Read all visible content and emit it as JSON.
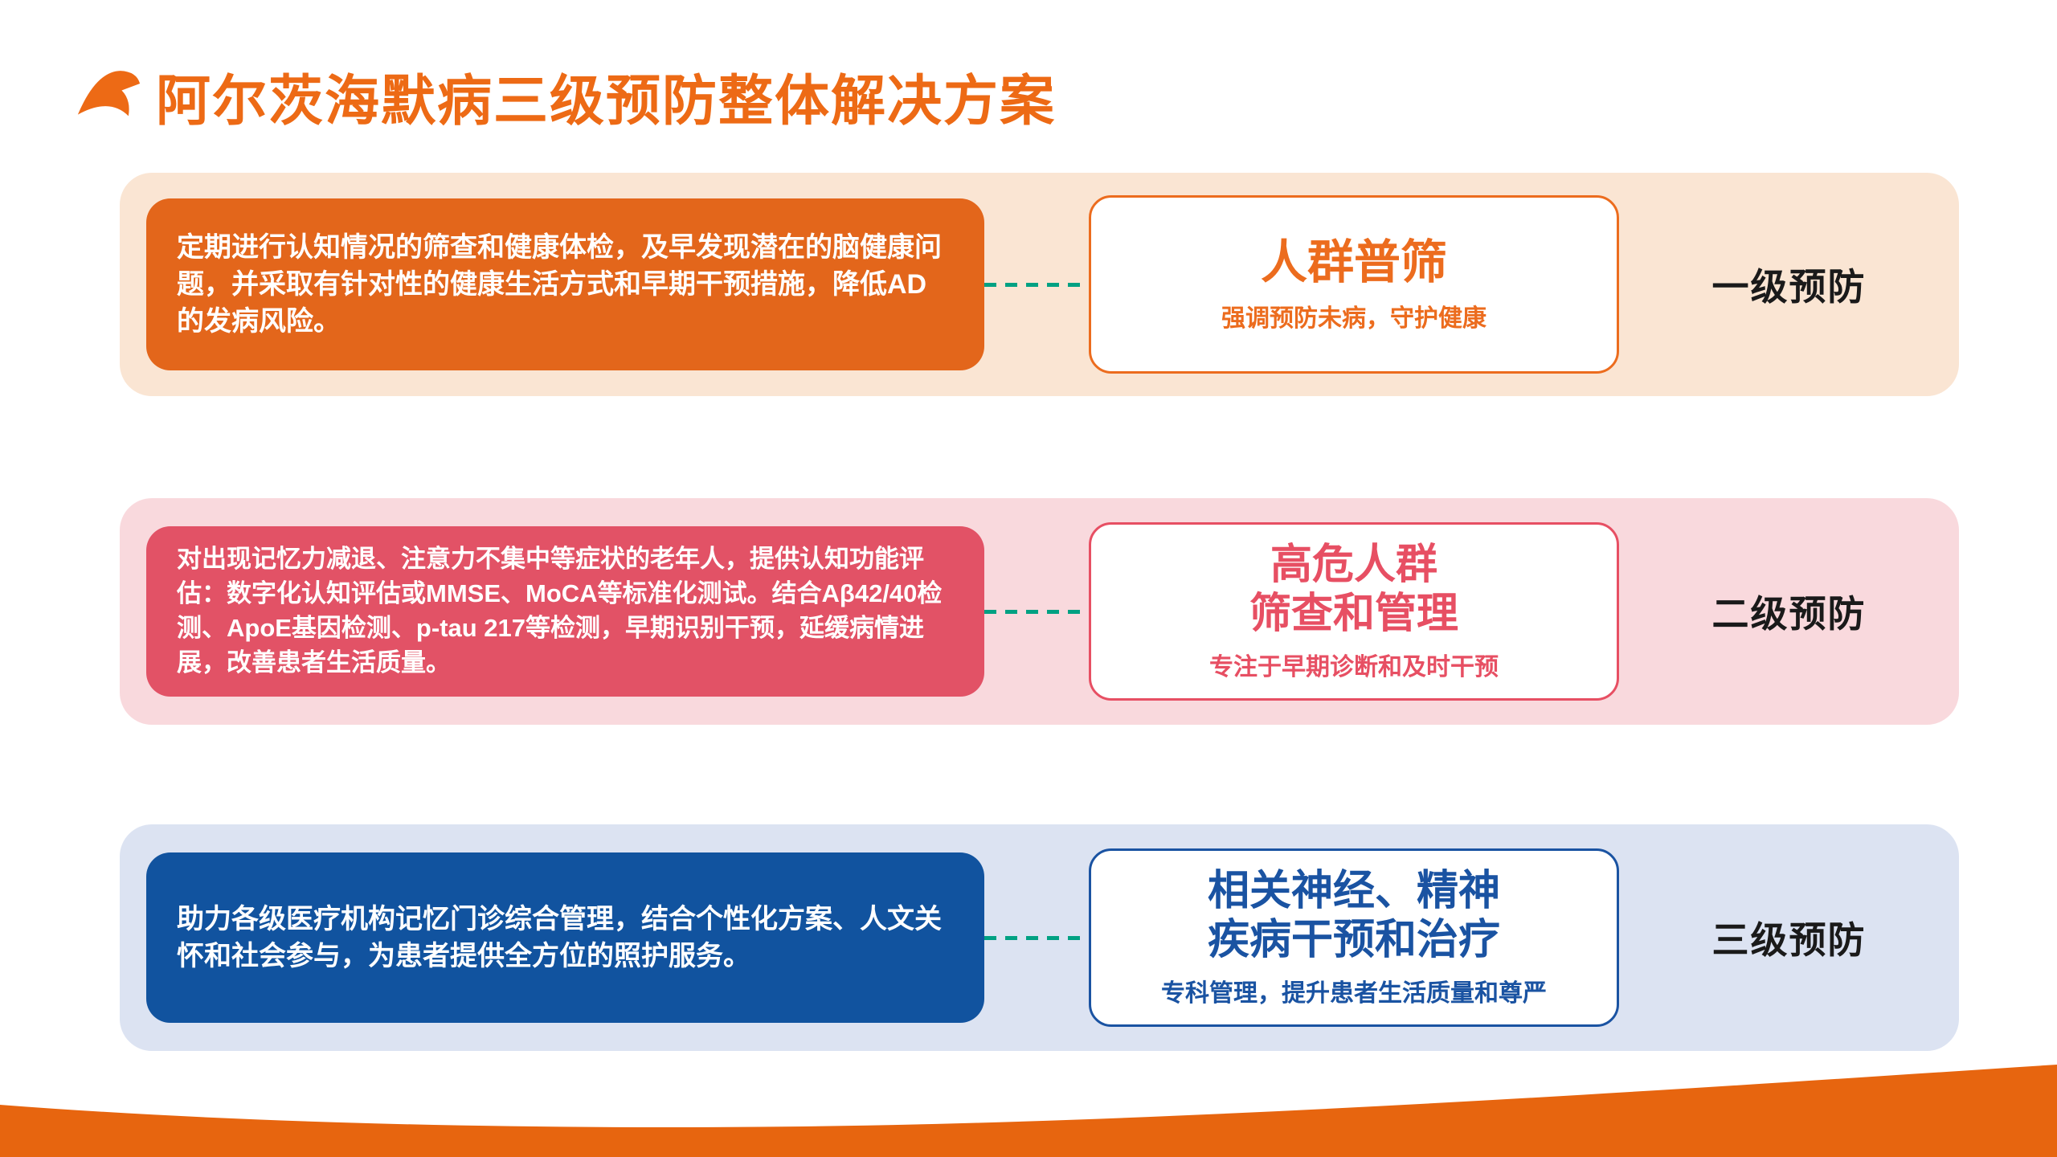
{
  "header": {
    "title": "阿尔茨海默病三级预防整体解决方案",
    "logo_icon": "swoosh-logo-icon"
  },
  "colors": {
    "brand": "#ED6A15",
    "connector": "#00A183",
    "footer_wave": "#E7650F",
    "label_text": "#1A1A1A"
  },
  "rows": [
    {
      "label": "一级预防",
      "description": "定期进行认知情况的筛查和健康体检，及早发现潜在的脑健康问题，并采取有针对性的健康生活方式和早期干预措施，降低AD的发病风险。",
      "card_title_line1": "人群普筛",
      "card_subtitle": "强调预防未病，守护健康",
      "colors": {
        "band": "#FAE5D3",
        "box": "#E3661B",
        "accent": "#EC6C1E"
      }
    },
    {
      "label": "二级预防",
      "description": "对出现记忆力减退、注意力不集中等症状的老年人，提供认知功能评估：数字化认知评估或MMSE、MoCA等标准化测试。结合Aβ42/40检测、ApoE基因检测、p-tau 217等检测，早期识别干预，延缓病情进展，改善患者生活质量。",
      "card_title_line1": "高危人群",
      "card_title_line2": "筛查和管理",
      "card_subtitle": "专注于早期诊断和及时干预",
      "colors": {
        "band": "#F9D9DD",
        "box": "#E25266",
        "accent": "#E74F63"
      }
    },
    {
      "label": "三级预防",
      "description": "助力各级医疗机构记忆门诊综合管理，结合个性化方案、人文关怀和社会参与，为患者提供全方位的照护服务。",
      "card_title_line1": "相关神经、精神",
      "card_title_line2": "疾病干预和治疗",
      "card_subtitle": "专科管理，提升患者生活质量和尊严",
      "colors": {
        "band": "#DCE3F2",
        "box": "#11539F",
        "accent": "#1A53A2"
      }
    }
  ]
}
